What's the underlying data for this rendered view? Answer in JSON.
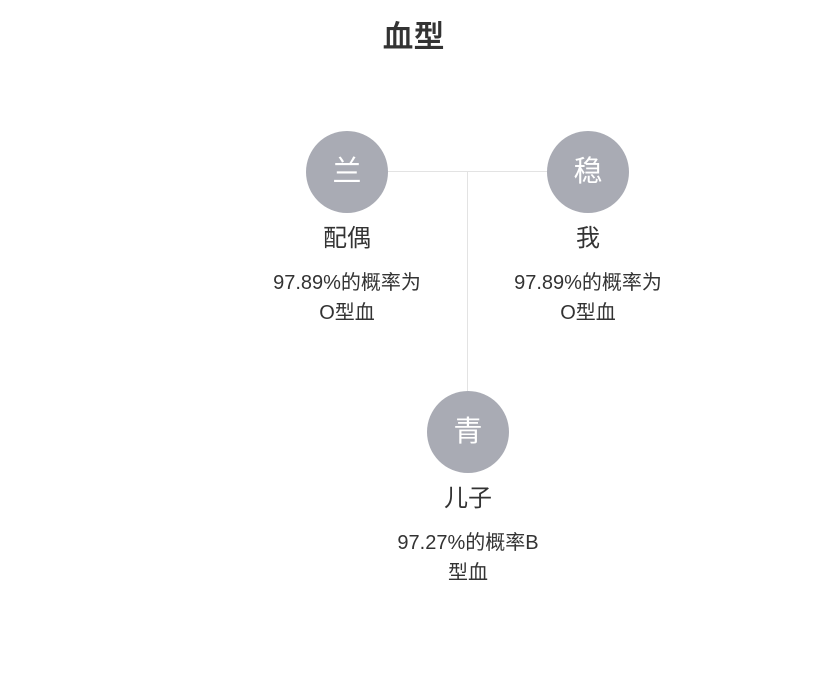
{
  "page": {
    "title": "血型",
    "background_color": "#ffffff"
  },
  "tree": {
    "nodes": [
      {
        "id": "spouse",
        "avatar_char": "兰",
        "name": "配偶",
        "probability_text": "97.89%的概率为O型血"
      },
      {
        "id": "me",
        "avatar_char": "稳",
        "name": "我",
        "probability_text": "97.89%的概率为O型血"
      },
      {
        "id": "son",
        "avatar_char": "青",
        "name": "儿子",
        "probability_text": "97.27%的概率B型血"
      }
    ],
    "colors": {
      "avatar_background": "#a9abb4",
      "avatar_text": "#ffffff",
      "connector_line": "#e3e3e3",
      "label_text": "#333333",
      "title_text": "#333333"
    }
  }
}
